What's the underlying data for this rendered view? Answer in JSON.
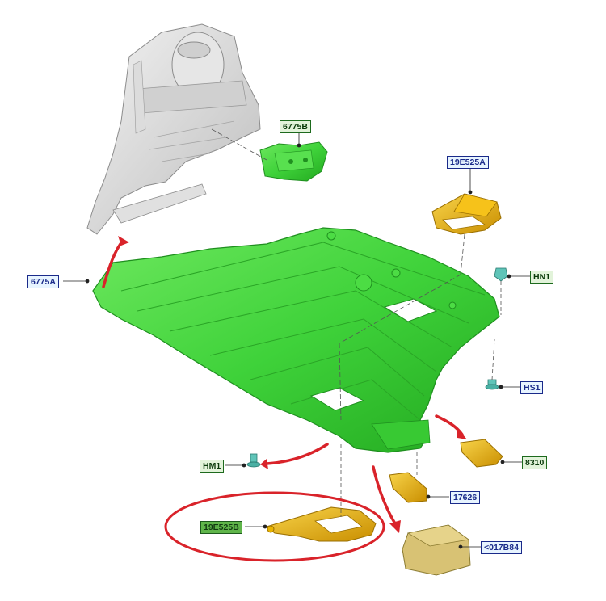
{
  "callouts": {
    "c6775B": "6775B",
    "c19E525A": "19E525A",
    "cHN1": "HN1",
    "c6775A": "6775A",
    "cHS1": "HS1",
    "c8310": "8310",
    "cHM1": "HM1",
    "c17626": "17626",
    "c19E525B": "19E525B",
    "c017B84": "<017B84"
  },
  "colors": {
    "shield_green": "#3fd23a",
    "shield_dark": "#1f8f1f",
    "bracket_yellow": "#e8b400",
    "frame_gray": "#d9d9d9",
    "arrow_red": "#d9232a",
    "fastener_teal": "#5fc4b8"
  }
}
